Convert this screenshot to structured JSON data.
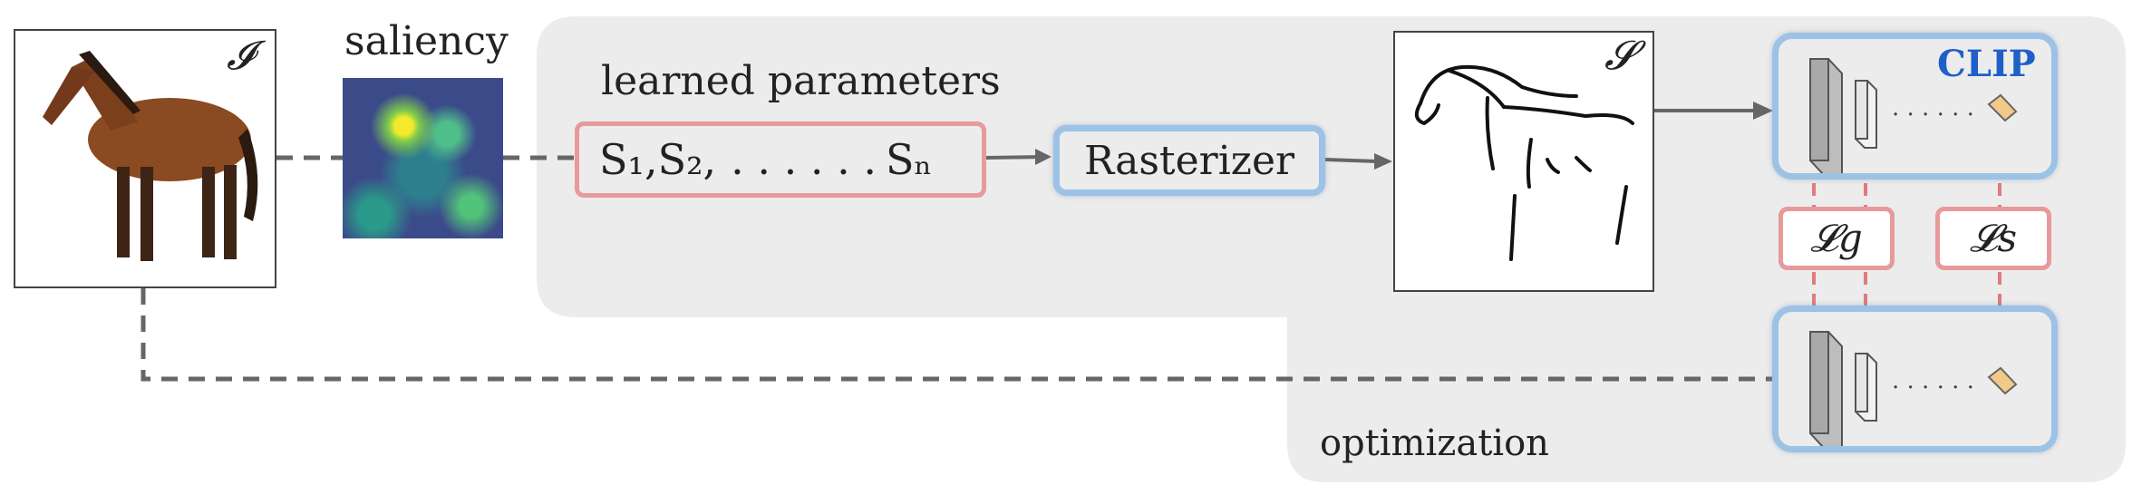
{
  "input": {
    "symbol": "𝓘"
  },
  "saliency": {
    "label": "saliency"
  },
  "params": {
    "title": "learned parameters",
    "s1": "S₁",
    "sep1": ",",
    "s2": "S₂",
    "sep2": ",",
    "dots": ". . . . . .",
    "sn": "Sₙ"
  },
  "rasterizer": {
    "label": "Rasterizer"
  },
  "sketch": {
    "symbol": "𝓢"
  },
  "clip": {
    "label": "CLIP",
    "color": "#1f5fc8"
  },
  "losses": {
    "geometric": "𝓛g",
    "semantic": "𝓛s"
  },
  "optimization": {
    "label": "optimization"
  },
  "colors": {
    "panel": "#ececec",
    "red_outline": "#e8999c",
    "blue_outline": "#9cc2e5",
    "arrow": "#666666"
  }
}
